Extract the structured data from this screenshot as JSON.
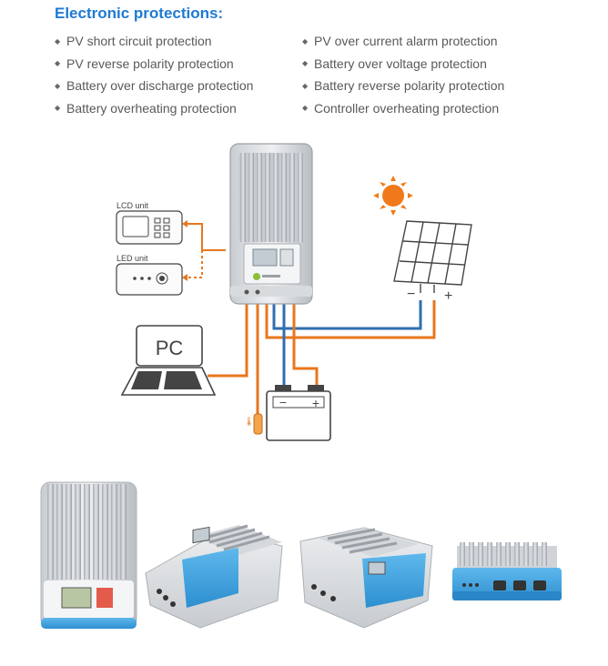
{
  "heading": "Electronic protections:",
  "protections_left": [
    "PV short circuit protection",
    "PV reverse polarity protection",
    "Battery over discharge protection",
    "Battery overheating protection"
  ],
  "protections_right": [
    "PV over current alarm protection",
    "Battery over voltage protection",
    "Battery reverse polarity protection",
    "Controller overheating protection"
  ],
  "diagram": {
    "lcd_unit_label": "LCD unit",
    "led_unit_label": "LED unit",
    "pc_label": "PC",
    "pv_minus": "−",
    "pv_plus": "+",
    "bat_minus": "−",
    "bat_plus": "+",
    "wire_colors": {
      "orange": "#e8771e",
      "blue": "#2f6fb0"
    }
  }
}
